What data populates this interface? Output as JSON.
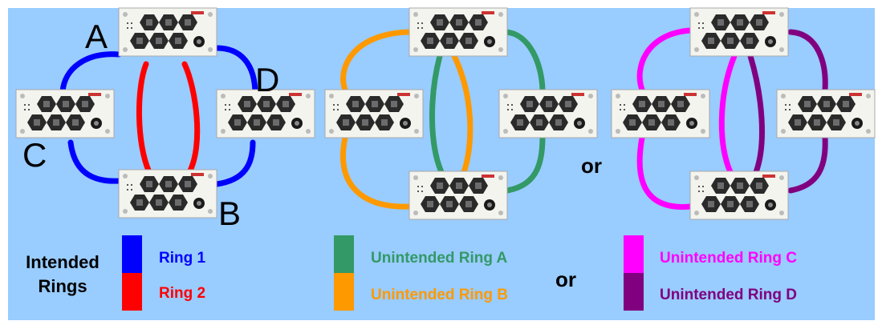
{
  "nodes": {
    "a": "A",
    "b": "B",
    "c": "C",
    "d": "D"
  },
  "separators": {
    "top": "or",
    "legend": "or"
  },
  "legend": {
    "intended_title": "Intended Rings",
    "items": [
      {
        "label": "Ring 1",
        "color": "#0000ff"
      },
      {
        "label": "Ring 2",
        "color": "#ff0000"
      },
      {
        "label": "Unintended Ring A",
        "color": "#339966"
      },
      {
        "label": "Unintended Ring B",
        "color": "#ff9900"
      },
      {
        "label": "Unintended Ring C",
        "color": "#ff00ff"
      },
      {
        "label": "Unintended Ring D",
        "color": "#800080"
      }
    ]
  },
  "device_icon": "network-switch-icon"
}
